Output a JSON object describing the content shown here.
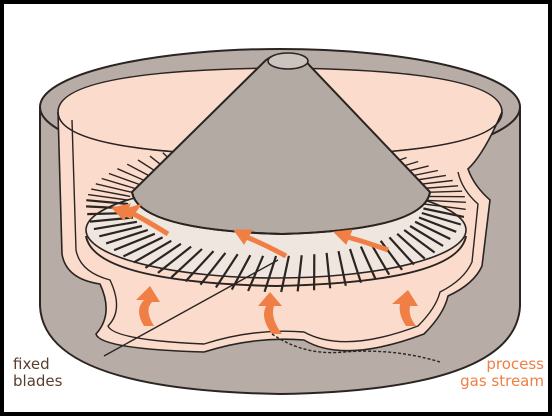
{
  "labels": {
    "fixed_blades": [
      "fixed",
      "blades"
    ],
    "process_gas_stream": [
      "process",
      "gas stream"
    ]
  },
  "colors": {
    "background": "#ffffff",
    "border": "#000000",
    "vessel_wall": "#b7ada6",
    "vessel_interior": "#fbdccc",
    "cone": "#b3aaa4",
    "outline": "#2a2422",
    "flow_arrow": "#f07f45",
    "label_fixed_blades": "#5a3e2e",
    "label_gas_stream": "#ef7f45"
  },
  "icons": {
    "flow_arrows": "curved-up-arrow",
    "blades": "radial-vane-ring"
  }
}
